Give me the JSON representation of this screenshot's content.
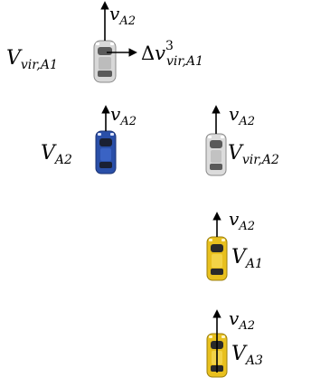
{
  "labels": {
    "v": "v",
    "v_sub": "A2",
    "V": "V",
    "sub_vir_a1": "vir,A1",
    "sub_a2": "A2",
    "sub_vir_a2": "vir,A2",
    "sub_a1": "A1",
    "sub_a3": "A3",
    "delta": "Δ",
    "delta_v": "v",
    "delta_sup": "3",
    "delta_sub": "vir,A1"
  },
  "cars": [
    {
      "id": "vir-a1",
      "color": "silver"
    },
    {
      "id": "a2",
      "color": "blue"
    },
    {
      "id": "vir-a2",
      "color": "silver"
    },
    {
      "id": "a1",
      "color": "yellow"
    },
    {
      "id": "a3",
      "color": "yellow"
    }
  ],
  "colors": {
    "blue": "#2a4fa8",
    "silver": "#d8d8d8",
    "yellow": "#e8c01e",
    "arrow": "#000000"
  }
}
